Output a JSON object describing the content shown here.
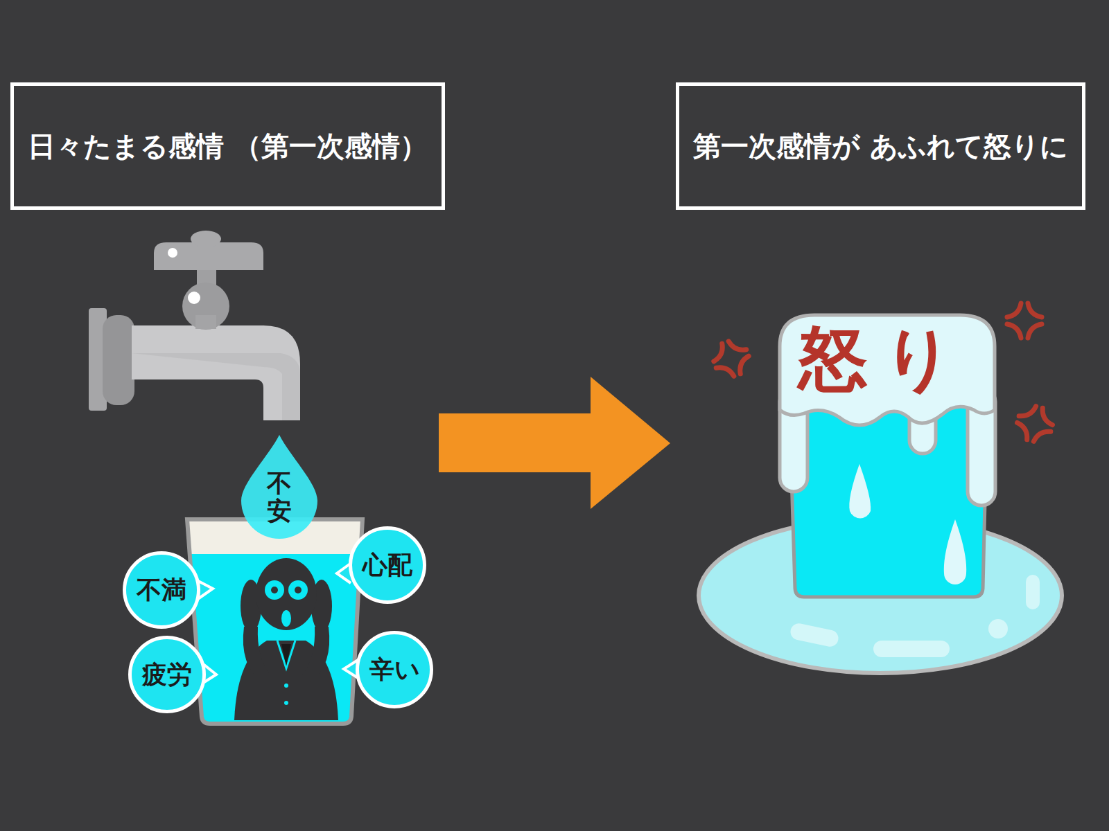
{
  "diagram": {
    "nodes": [
      {
        "text": [
          "日々たまる感情 （第一次感情）"
        ]
      },
      {
        "text": [
          "第一次感情が あふれて怒りに"
        ]
      },
      {
        "text": [
          "不安"
        ]
      },
      {
        "text": [
          "不満"
        ]
      },
      {
        "text": [
          "心配"
        ]
      },
      {
        "text": [
          "疲労"
        ]
      },
      {
        "text": [
          "辛い"
        ]
      },
      {
        "text": [
          "怒り"
        ]
      }
    ]
  }
}
